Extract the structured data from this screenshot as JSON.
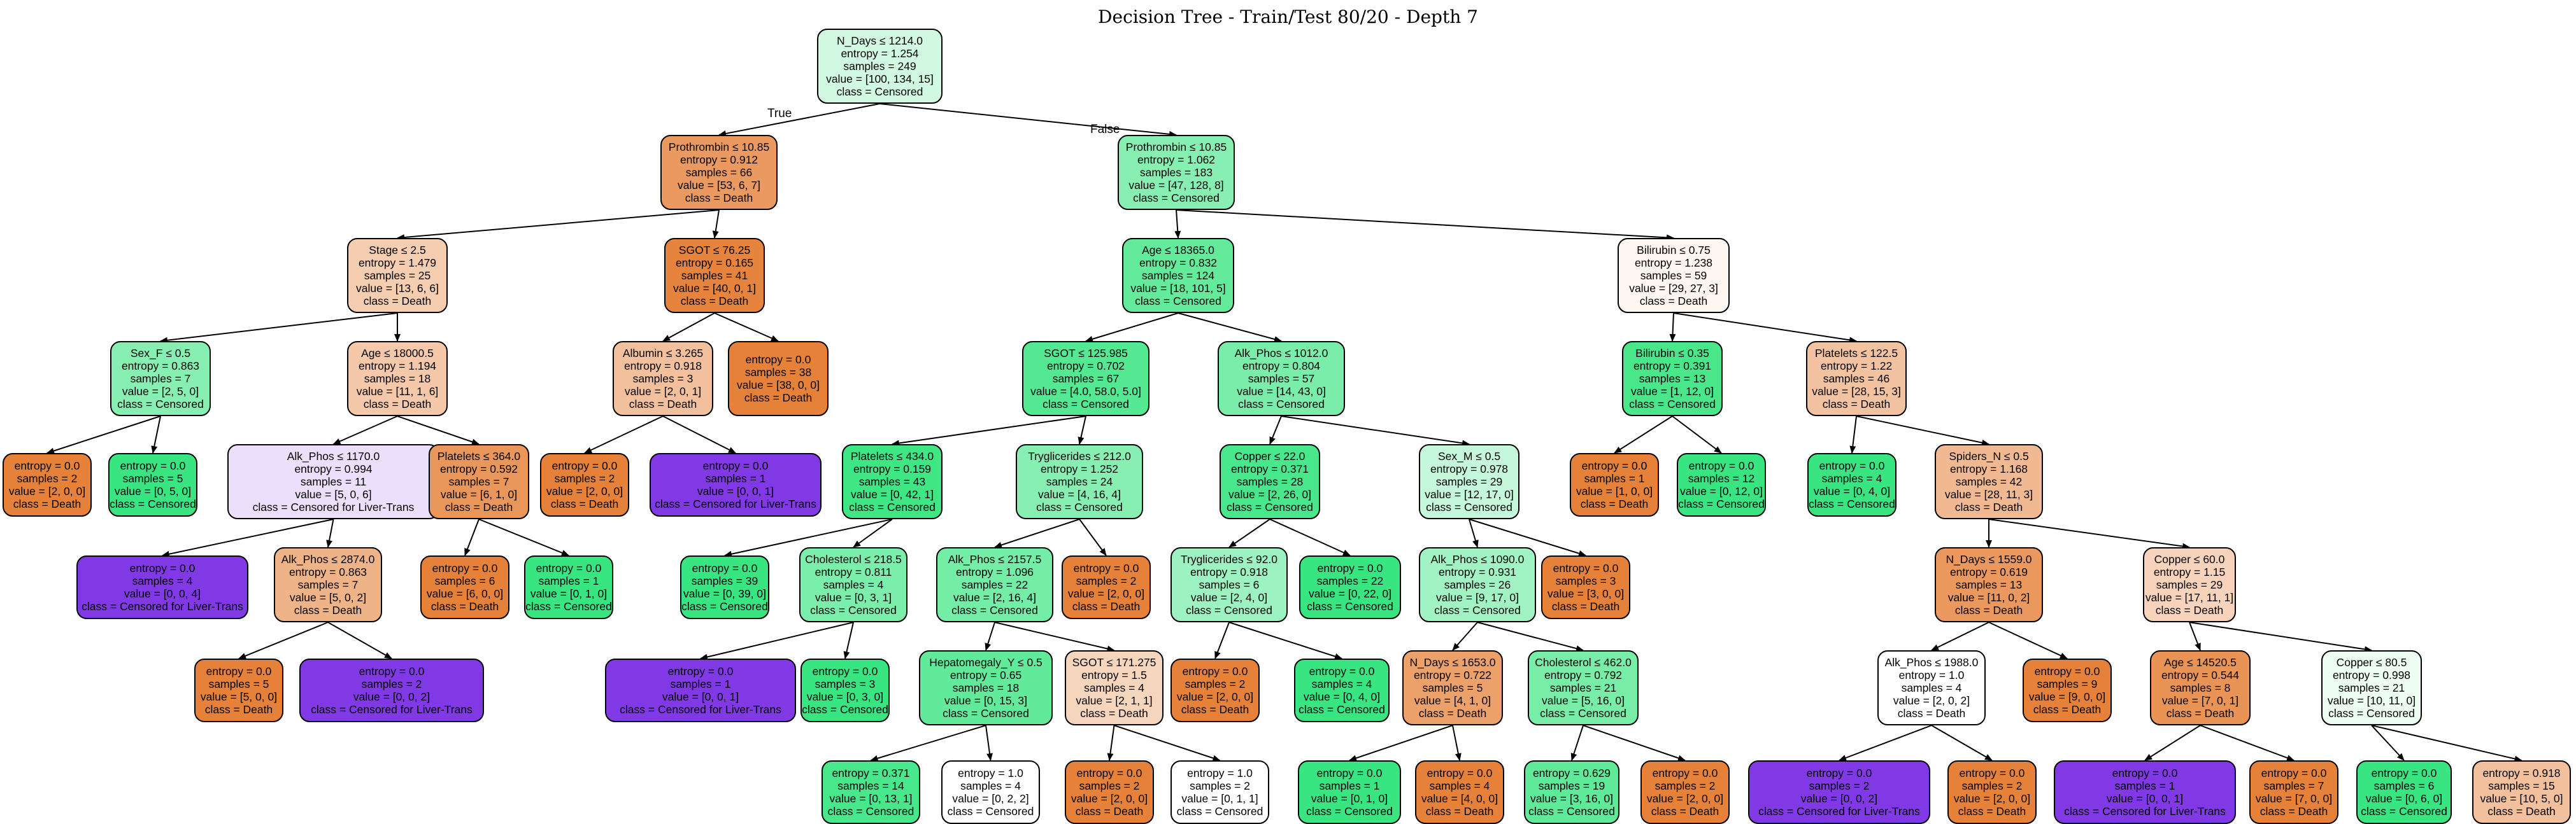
{
  "title": "Decision Tree - Train/Test 80/20 - Depth 7",
  "branch_labels": {
    "true": "True",
    "false": "False"
  },
  "class_colors": {
    "Death": "#e58139",
    "Censored": "#39e581",
    "Censored for Liver-Trans": "#8139e5"
  },
  "nodes": [
    {
      "id": "n1",
      "lines": [
        "N_Days ≤ 1214.0",
        "entropy = 1.254",
        "samples = 249",
        "value = [100, 134, 15]",
        "class = Censored"
      ],
      "fill": "#d1f9e2"
    },
    {
      "id": "n2",
      "lines": [
        "Prothrombin ≤ 10.85",
        "entropy = 0.912",
        "samples = 66",
        "value = [53, 6, 7]",
        "class = Death"
      ],
      "fill": "#ea9a60"
    },
    {
      "id": "n3",
      "lines": [
        "Prothrombin ≤ 10.85",
        "entropy = 1.062",
        "samples = 183",
        "value = [47, 128, 8]",
        "class = Censored"
      ],
      "fill": "#87efb2"
    },
    {
      "id": "n4",
      "lines": [
        "Stage ≤ 2.5",
        "entropy = 1.479",
        "samples = 25",
        "value = [13, 6, 6]",
        "class = Death"
      ],
      "fill": "#f5cdb0"
    },
    {
      "id": "n5",
      "lines": [
        "SGOT ≤ 76.25",
        "entropy = 0.165",
        "samples = 41",
        "value = [40, 0, 1]",
        "class = Death"
      ],
      "fill": "#e6843e"
    },
    {
      "id": "n6",
      "lines": [
        "Age ≤ 18365.0",
        "entropy = 0.832",
        "samples = 124",
        "value = [18, 101, 5]",
        "class = Censored"
      ],
      "fill": "#63eb9b"
    },
    {
      "id": "n7",
      "lines": [
        "Bilirubin ≤ 0.75",
        "entropy = 1.238",
        "samples = 59",
        "value = [29, 27, 3]",
        "class = Death"
      ],
      "fill": "#fdf6f1"
    },
    {
      "id": "n8",
      "lines": [
        "Sex_F ≤ 0.5",
        "entropy = 0.863",
        "samples = 7",
        "value = [2, 5, 0]",
        "class = Censored"
      ],
      "fill": "#88efb3"
    },
    {
      "id": "n9",
      "lines": [
        "Age ≤ 18000.5",
        "entropy = 1.194",
        "samples = 18",
        "value = [11, 1, 6]",
        "class = Death"
      ],
      "fill": "#f4c8a8"
    },
    {
      "id": "n10",
      "lines": [
        "Albumin ≤ 3.265",
        "entropy = 0.918",
        "samples = 3",
        "value = [2, 0, 1]",
        "class = Death"
      ],
      "fill": "#f2c09c"
    },
    {
      "id": "n11",
      "lines": [
        "entropy = 0.0",
        "samples = 38",
        "value = [38, 0, 0]",
        "class = Death"
      ],
      "fill": "#e58139"
    },
    {
      "id": "n12",
      "lines": [
        "SGOT ≤ 125.985",
        "entropy = 0.702",
        "samples = 67",
        "value = [4.0, 58.0, 5.0]",
        "class = Censored"
      ],
      "fill": "#53e891"
    },
    {
      "id": "n13",
      "lines": [
        "Alk_Phos ≤ 1012.0",
        "entropy = 0.804",
        "samples = 57",
        "value = [14, 43, 0]",
        "class = Censored"
      ],
      "fill": "#79eda9"
    },
    {
      "id": "n14",
      "lines": [
        "Bilirubin ≤ 0.35",
        "entropy = 0.391",
        "samples = 13",
        "value = [1, 12, 0]",
        "class = Censored"
      ],
      "fill": "#49e78a"
    },
    {
      "id": "n15",
      "lines": [
        "Platelets ≤ 122.5",
        "entropy = 1.22",
        "samples = 46",
        "value = [28, 15, 3]",
        "class = Death"
      ],
      "fill": "#f3c3a1"
    },
    {
      "id": "n16",
      "lines": [
        "entropy = 0.0",
        "samples = 2",
        "value = [2, 0, 0]",
        "class = Death"
      ],
      "fill": "#e58139"
    },
    {
      "id": "n17",
      "lines": [
        "entropy = 0.0",
        "samples = 5",
        "value = [0, 5, 0]",
        "class = Censored"
      ],
      "fill": "#39e581"
    },
    {
      "id": "n18",
      "lines": [
        "Alk_Phos ≤ 1170.0",
        "entropy = 0.994",
        "samples = 11",
        "value = [5, 0, 6]",
        "class = Censored for Liver-Trans"
      ],
      "fill": "#ebdffb"
    },
    {
      "id": "n19",
      "lines": [
        "Platelets ≤ 364.0",
        "entropy = 0.592",
        "samples = 7",
        "value = [6, 1, 0]",
        "class = Death"
      ],
      "fill": "#e9965a"
    },
    {
      "id": "n20",
      "lines": [
        "entropy = 0.0",
        "samples = 2",
        "value = [2, 0, 0]",
        "class = Death"
      ],
      "fill": "#e58139"
    },
    {
      "id": "n21",
      "lines": [
        "entropy = 0.0",
        "samples = 1",
        "value = [0, 0, 1]",
        "class = Censored for Liver-Trans"
      ],
      "fill": "#8139e5"
    },
    {
      "id": "n22",
      "lines": [
        "Platelets ≤ 434.0",
        "entropy = 0.159",
        "samples = 43",
        "value = [0, 42, 1]",
        "class = Censored"
      ],
      "fill": "#3ee684"
    },
    {
      "id": "n23",
      "lines": [
        "Tryglicerides ≤ 212.0",
        "entropy = 1.252",
        "samples = 24",
        "value = [4, 16, 4]",
        "class = Censored"
      ],
      "fill": "#88efb3"
    },
    {
      "id": "n24",
      "lines": [
        "Copper ≤ 22.0",
        "entropy = 0.371",
        "samples = 28",
        "value = [2, 26, 0]",
        "class = Censored"
      ],
      "fill": "#48e78b"
    },
    {
      "id": "n25",
      "lines": [
        "Sex_M ≤ 0.5",
        "entropy = 0.978",
        "samples = 29",
        "value = [12, 17, 0]",
        "class = Censored"
      ],
      "fill": "#c5f7da"
    },
    {
      "id": "n26",
      "lines": [
        "entropy = 0.0",
        "samples = 1",
        "value = [1, 0, 0]",
        "class = Death"
      ],
      "fill": "#e58139"
    },
    {
      "id": "n27",
      "lines": [
        "entropy = 0.0",
        "samples = 12",
        "value = [0, 12, 0]",
        "class = Censored"
      ],
      "fill": "#39e581"
    },
    {
      "id": "n28",
      "lines": [
        "entropy = 0.0",
        "samples = 4",
        "value = [0, 4, 0]",
        "class = Censored"
      ],
      "fill": "#39e581"
    },
    {
      "id": "n29",
      "lines": [
        "Spiders_N ≤ 0.5",
        "entropy = 1.168",
        "samples = 42",
        "value = [28, 11, 3]",
        "class = Death"
      ],
      "fill": "#f1b991"
    },
    {
      "id": "n30",
      "lines": [
        "entropy = 0.0",
        "samples = 4",
        "value = [0, 0, 4]",
        "class = Censored for Liver-Trans"
      ],
      "fill": "#8139e5"
    },
    {
      "id": "n31",
      "lines": [
        "Alk_Phos ≤ 2874.0",
        "entropy = 0.863",
        "samples = 7",
        "value = [5, 0, 2]",
        "class = Death"
      ],
      "fill": "#efb388"
    },
    {
      "id": "n32",
      "lines": [
        "entropy = 0.0",
        "samples = 6",
        "value = [6, 0, 0]",
        "class = Death"
      ],
      "fill": "#e58139"
    },
    {
      "id": "n33",
      "lines": [
        "entropy = 0.0",
        "samples = 1",
        "value = [0, 1, 0]",
        "class = Censored"
      ],
      "fill": "#39e581"
    },
    {
      "id": "n34",
      "lines": [
        "entropy = 0.0",
        "samples = 39",
        "value = [0, 39, 0]",
        "class = Censored"
      ],
      "fill": "#39e581"
    },
    {
      "id": "n35",
      "lines": [
        "Cholesterol ≤ 218.5",
        "entropy = 0.811",
        "samples = 4",
        "value = [0, 3, 1]",
        "class = Censored"
      ],
      "fill": "#7beeab"
    },
    {
      "id": "n36",
      "lines": [
        "Alk_Phos ≤ 2157.5",
        "entropy = 1.096",
        "samples = 22",
        "value = [2, 16, 4]",
        "class = Censored"
      ],
      "fill": "#74eda7"
    },
    {
      "id": "n37",
      "lines": [
        "entropy = 0.0",
        "samples = 2",
        "value = [2, 0, 0]",
        "class = Death"
      ],
      "fill": "#e58139"
    },
    {
      "id": "n38",
      "lines": [
        "Tryglicerides ≤ 92.0",
        "entropy = 0.918",
        "samples = 6",
        "value = [2, 4, 0]",
        "class = Censored"
      ],
      "fill": "#9cf2c0"
    },
    {
      "id": "n39",
      "lines": [
        "entropy = 0.0",
        "samples = 22",
        "value = [0, 22, 0]",
        "class = Censored"
      ],
      "fill": "#39e581"
    },
    {
      "id": "n40",
      "lines": [
        "Alk_Phos ≤ 1090.0",
        "entropy = 0.931",
        "samples = 26",
        "value = [9, 17, 0]",
        "class = Censored"
      ],
      "fill": "#a2f3c4"
    },
    {
      "id": "n41",
      "lines": [
        "entropy = 0.0",
        "samples = 3",
        "value = [3, 0, 0]",
        "class = Death"
      ],
      "fill": "#e58139"
    },
    {
      "id": "n42",
      "lines": [
        "N_Days ≤ 1559.0",
        "entropy = 0.619",
        "samples = 13",
        "value = [11, 0, 2]",
        "class = Death"
      ],
      "fill": "#ea985d"
    },
    {
      "id": "n43",
      "lines": [
        "Copper ≤ 60.0",
        "entropy = 1.15",
        "samples = 29",
        "value = [17, 11, 1]",
        "class = Death"
      ],
      "fill": "#f6d3ba"
    },
    {
      "id": "n44",
      "lines": [
        "entropy = 0.0",
        "samples = 5",
        "value = [5, 0, 0]",
        "class = Death"
      ],
      "fill": "#e58139"
    },
    {
      "id": "n45",
      "lines": [
        "entropy = 0.0",
        "samples = 2",
        "value = [0, 0, 2]",
        "class = Censored for Liver-Trans"
      ],
      "fill": "#8139e5"
    },
    {
      "id": "n46",
      "lines": [
        "entropy = 0.0",
        "samples = 1",
        "value = [0, 0, 1]",
        "class = Censored for Liver-Trans"
      ],
      "fill": "#8139e5"
    },
    {
      "id": "n47",
      "lines": [
        "entropy = 0.0",
        "samples = 3",
        "value = [0, 3, 0]",
        "class = Censored"
      ],
      "fill": "#39e581"
    },
    {
      "id": "n48",
      "lines": [
        "Hepatomegaly_Y ≤ 0.5",
        "entropy = 0.65",
        "samples = 18",
        "value = [0, 15, 3]",
        "class = Censored"
      ],
      "fill": "#61ea9a"
    },
    {
      "id": "n49",
      "lines": [
        "SGOT ≤ 171.275",
        "entropy = 1.5",
        "samples = 4",
        "value = [2, 1, 1]",
        "class = Death"
      ],
      "fill": "#f6d5bd"
    },
    {
      "id": "n50",
      "lines": [
        "entropy = 0.0",
        "samples = 2",
        "value = [2, 0, 0]",
        "class = Death"
      ],
      "fill": "#e58139"
    },
    {
      "id": "n51",
      "lines": [
        "entropy = 0.0",
        "samples = 4",
        "value = [0, 4, 0]",
        "class = Censored"
      ],
      "fill": "#39e581"
    },
    {
      "id": "n52",
      "lines": [
        "N_Days ≤ 1653.0",
        "entropy = 0.722",
        "samples = 5",
        "value = [4, 1, 0]",
        "class = Death"
      ],
      "fill": "#eca06a"
    },
    {
      "id": "n53",
      "lines": [
        "Cholesterol ≤ 462.0",
        "entropy = 0.792",
        "samples = 21",
        "value = [5, 16, 0]",
        "class = Censored"
      ],
      "fill": "#77eda8"
    },
    {
      "id": "n54",
      "lines": [
        "Alk_Phos ≤ 1988.0",
        "entropy = 1.0",
        "samples = 4",
        "value = [2, 0, 2]",
        "class = Death"
      ],
      "fill": "#ffffff"
    },
    {
      "id": "n55",
      "lines": [
        "entropy = 0.0",
        "samples = 9",
        "value = [9, 0, 0]",
        "class = Death"
      ],
      "fill": "#e58139"
    },
    {
      "id": "n56",
      "lines": [
        "Age ≤ 14520.5",
        "entropy = 0.544",
        "samples = 8",
        "value = [7, 0, 1]",
        "class = Death"
      ],
      "fill": "#e99355"
    },
    {
      "id": "n57",
      "lines": [
        "Copper ≤ 80.5",
        "entropy = 0.998",
        "samples = 21",
        "value = [10, 11, 0]",
        "class = Censored"
      ],
      "fill": "#edfdf3"
    },
    {
      "id": "n58",
      "lines": [
        "entropy = 0.371",
        "samples = 14",
        "value = [0, 13, 1]",
        "class = Censored"
      ],
      "fill": "#48e78b"
    },
    {
      "id": "n59",
      "lines": [
        "entropy = 1.0",
        "samples = 4",
        "value = [0, 2, 2]",
        "class = Censored"
      ],
      "fill": "#ffffff"
    },
    {
      "id": "n60",
      "lines": [
        "entropy = 0.0",
        "samples = 2",
        "value = [2, 0, 0]",
        "class = Death"
      ],
      "fill": "#e58139"
    },
    {
      "id": "n61",
      "lines": [
        "entropy = 1.0",
        "samples = 2",
        "value = [0, 1, 1]",
        "class = Censored"
      ],
      "fill": "#ffffff"
    },
    {
      "id": "n62",
      "lines": [
        "entropy = 0.0",
        "samples = 1",
        "value = [0, 1, 0]",
        "class = Censored"
      ],
      "fill": "#39e581"
    },
    {
      "id": "n63",
      "lines": [
        "entropy = 0.0",
        "samples = 4",
        "value = [4, 0, 0]",
        "class = Death"
      ],
      "fill": "#e58139"
    },
    {
      "id": "n64",
      "lines": [
        "entropy = 0.629",
        "samples = 19",
        "value = [3, 16, 0]",
        "class = Censored"
      ],
      "fill": "#5eea98"
    },
    {
      "id": "n65",
      "lines": [
        "entropy = 0.0",
        "samples = 2",
        "value = [2, 0, 0]",
        "class = Death"
      ],
      "fill": "#e58139"
    },
    {
      "id": "n66",
      "lines": [
        "entropy = 0.0",
        "samples = 2",
        "value = [0, 0, 2]",
        "class = Censored for Liver-Trans"
      ],
      "fill": "#8139e5"
    },
    {
      "id": "n67",
      "lines": [
        "entropy = 0.0",
        "samples = 2",
        "value = [2, 0, 0]",
        "class = Death"
      ],
      "fill": "#e58139"
    },
    {
      "id": "n68",
      "lines": [
        "entropy = 0.0",
        "samples = 1",
        "value = [0, 0, 1]",
        "class = Censored for Liver-Trans"
      ],
      "fill": "#8139e5"
    },
    {
      "id": "n69",
      "lines": [
        "entropy = 0.0",
        "samples = 7",
        "value = [7, 0, 0]",
        "class = Death"
      ],
      "fill": "#e58139"
    },
    {
      "id": "n70",
      "lines": [
        "entropy = 0.0",
        "samples = 6",
        "value = [0, 6, 0]",
        "class = Censored"
      ],
      "fill": "#39e581"
    },
    {
      "id": "n71",
      "lines": [
        "entropy = 0.918",
        "samples = 15",
        "value = [10, 5, 0]",
        "class = Death"
      ],
      "fill": "#f2c09c"
    }
  ],
  "edges": [
    [
      "n1",
      "n2"
    ],
    [
      "n1",
      "n3"
    ],
    [
      "n2",
      "n4"
    ],
    [
      "n2",
      "n5"
    ],
    [
      "n3",
      "n6"
    ],
    [
      "n3",
      "n7"
    ],
    [
      "n4",
      "n8"
    ],
    [
      "n4",
      "n9"
    ],
    [
      "n5",
      "n10"
    ],
    [
      "n5",
      "n11"
    ],
    [
      "n6",
      "n12"
    ],
    [
      "n6",
      "n13"
    ],
    [
      "n7",
      "n14"
    ],
    [
      "n7",
      "n15"
    ],
    [
      "n8",
      "n16"
    ],
    [
      "n8",
      "n17"
    ],
    [
      "n9",
      "n18"
    ],
    [
      "n9",
      "n19"
    ],
    [
      "n10",
      "n20"
    ],
    [
      "n10",
      "n21"
    ],
    [
      "n12",
      "n22"
    ],
    [
      "n12",
      "n23"
    ],
    [
      "n13",
      "n24"
    ],
    [
      "n13",
      "n25"
    ],
    [
      "n14",
      "n26"
    ],
    [
      "n14",
      "n27"
    ],
    [
      "n15",
      "n28"
    ],
    [
      "n15",
      "n29"
    ],
    [
      "n18",
      "n30"
    ],
    [
      "n18",
      "n31"
    ],
    [
      "n19",
      "n32"
    ],
    [
      "n19",
      "n33"
    ],
    [
      "n22",
      "n34"
    ],
    [
      "n22",
      "n35"
    ],
    [
      "n23",
      "n36"
    ],
    [
      "n23",
      "n37"
    ],
    [
      "n24",
      "n38"
    ],
    [
      "n24",
      "n39"
    ],
    [
      "n25",
      "n40"
    ],
    [
      "n25",
      "n41"
    ],
    [
      "n29",
      "n42"
    ],
    [
      "n29",
      "n43"
    ],
    [
      "n31",
      "n44"
    ],
    [
      "n31",
      "n45"
    ],
    [
      "n35",
      "n46"
    ],
    [
      "n35",
      "n47"
    ],
    [
      "n36",
      "n48"
    ],
    [
      "n36",
      "n49"
    ],
    [
      "n38",
      "n50"
    ],
    [
      "n38",
      "n51"
    ],
    [
      "n40",
      "n52"
    ],
    [
      "n40",
      "n53"
    ],
    [
      "n42",
      "n54"
    ],
    [
      "n42",
      "n55"
    ],
    [
      "n43",
      "n56"
    ],
    [
      "n43",
      "n57"
    ],
    [
      "n48",
      "n58"
    ],
    [
      "n48",
      "n59"
    ],
    [
      "n49",
      "n60"
    ],
    [
      "n49",
      "n61"
    ],
    [
      "n52",
      "n62"
    ],
    [
      "n52",
      "n63"
    ],
    [
      "n53",
      "n64"
    ],
    [
      "n53",
      "n65"
    ],
    [
      "n54",
      "n66"
    ],
    [
      "n54",
      "n67"
    ],
    [
      "n56",
      "n68"
    ],
    [
      "n56",
      "n69"
    ],
    [
      "n57",
      "n70"
    ],
    [
      "n57",
      "n71"
    ]
  ]
}
